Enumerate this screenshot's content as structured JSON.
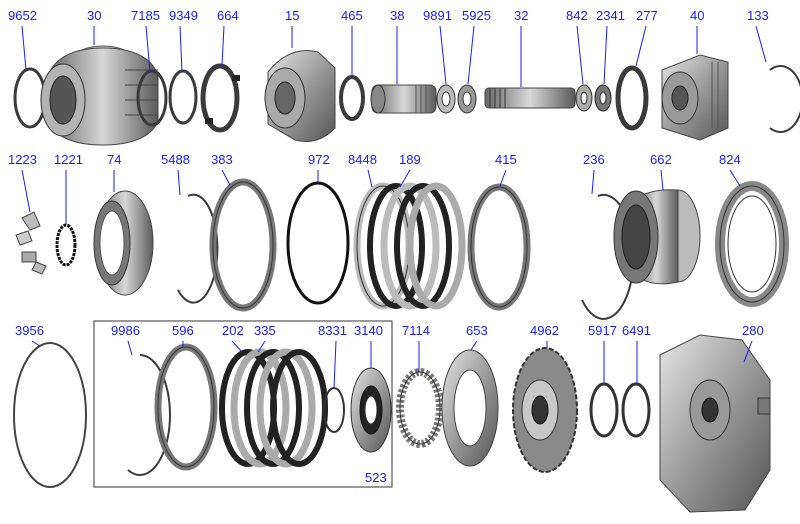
{
  "colors": {
    "label": "#1a1aff",
    "part_dark": "#3a3a3a",
    "part_mid": "#8a8a8a",
    "part_light": "#c8c8c8"
  },
  "group_label": "523",
  "parts": [
    {
      "id": "9652",
      "label": "9652",
      "icon": "thin-ring-icon"
    },
    {
      "id": "30",
      "label": "30",
      "icon": "splined-drum-icon"
    },
    {
      "id": "7185",
      "label": "7185",
      "icon": "thin-ring-icon"
    },
    {
      "id": "9349",
      "label": "9349",
      "icon": "thin-ring-icon"
    },
    {
      "id": "664",
      "label": "664",
      "icon": "tabbed-ring-icon"
    },
    {
      "id": "15",
      "label": "15",
      "icon": "planetary-carrier-icon"
    },
    {
      "id": "465",
      "label": "465",
      "icon": "thin-ring-icon"
    },
    {
      "id": "38",
      "label": "38",
      "icon": "shaft-sleeve-icon"
    },
    {
      "id": "9891",
      "label": "9891",
      "icon": "thrust-washer-icon"
    },
    {
      "id": "5925",
      "label": "5925",
      "icon": "thrust-washer-icon"
    },
    {
      "id": "32",
      "label": "32",
      "icon": "shaft-icon"
    },
    {
      "id": "842",
      "label": "842",
      "icon": "thrust-washer-icon"
    },
    {
      "id": "2341",
      "label": "2341",
      "icon": "bearing-icon"
    },
    {
      "id": "277",
      "label": "277",
      "icon": "tabbed-ring-icon"
    },
    {
      "id": "40",
      "label": "40",
      "icon": "planetary-carrier-icon"
    },
    {
      "id": "133",
      "label": "133",
      "icon": "snap-ring-icon"
    },
    {
      "id": "1223",
      "label": "1223",
      "icon": "clip-icon"
    },
    {
      "id": "1221",
      "label": "1221",
      "icon": "gear-ring-icon"
    },
    {
      "id": "74",
      "label": "74",
      "icon": "ring-gear-icon"
    },
    {
      "id": "5488",
      "label": "5488",
      "icon": "snap-ring-icon"
    },
    {
      "id": "383",
      "label": "383",
      "icon": "clutch-plate-icon"
    },
    {
      "id": "972",
      "label": "972",
      "icon": "snap-ring-icon"
    },
    {
      "id": "8448",
      "label": "8448",
      "icon": "clutch-pack-icon"
    },
    {
      "id": "189",
      "label": "189",
      "icon": "clutch-pack-icon"
    },
    {
      "id": "415",
      "label": "415",
      "icon": "clutch-plate-icon"
    },
    {
      "id": "236",
      "label": "236",
      "icon": "snap-ring-icon"
    },
    {
      "id": "662",
      "label": "662",
      "icon": "clutch-drum-icon"
    },
    {
      "id": "824",
      "label": "824",
      "icon": "sprag-icon"
    },
    {
      "id": "3956",
      "label": "3956",
      "icon": "snap-ring-icon"
    },
    {
      "id": "9986",
      "label": "9986",
      "icon": "snap-ring-icon"
    },
    {
      "id": "596",
      "label": "596",
      "icon": "clutch-plate-icon"
    },
    {
      "id": "202",
      "label": "202",
      "icon": "clutch-pack-icon"
    },
    {
      "id": "335",
      "label": "335",
      "icon": "clutch-pack-icon"
    },
    {
      "id": "8331",
      "label": "8331",
      "icon": "snap-ring-icon"
    },
    {
      "id": "3140",
      "label": "3140",
      "icon": "piston-icon"
    },
    {
      "id": "7114",
      "label": "7114",
      "icon": "sprag-icon"
    },
    {
      "id": "653",
      "label": "653",
      "icon": "piston-icon"
    },
    {
      "id": "4962",
      "label": "4962",
      "icon": "splined-hub-icon"
    },
    {
      "id": "5917",
      "label": "5917",
      "icon": "thin-ring-icon"
    },
    {
      "id": "6491",
      "label": "6491",
      "icon": "thin-ring-icon"
    },
    {
      "id": "280",
      "label": "280",
      "icon": "case-cover-icon"
    }
  ]
}
